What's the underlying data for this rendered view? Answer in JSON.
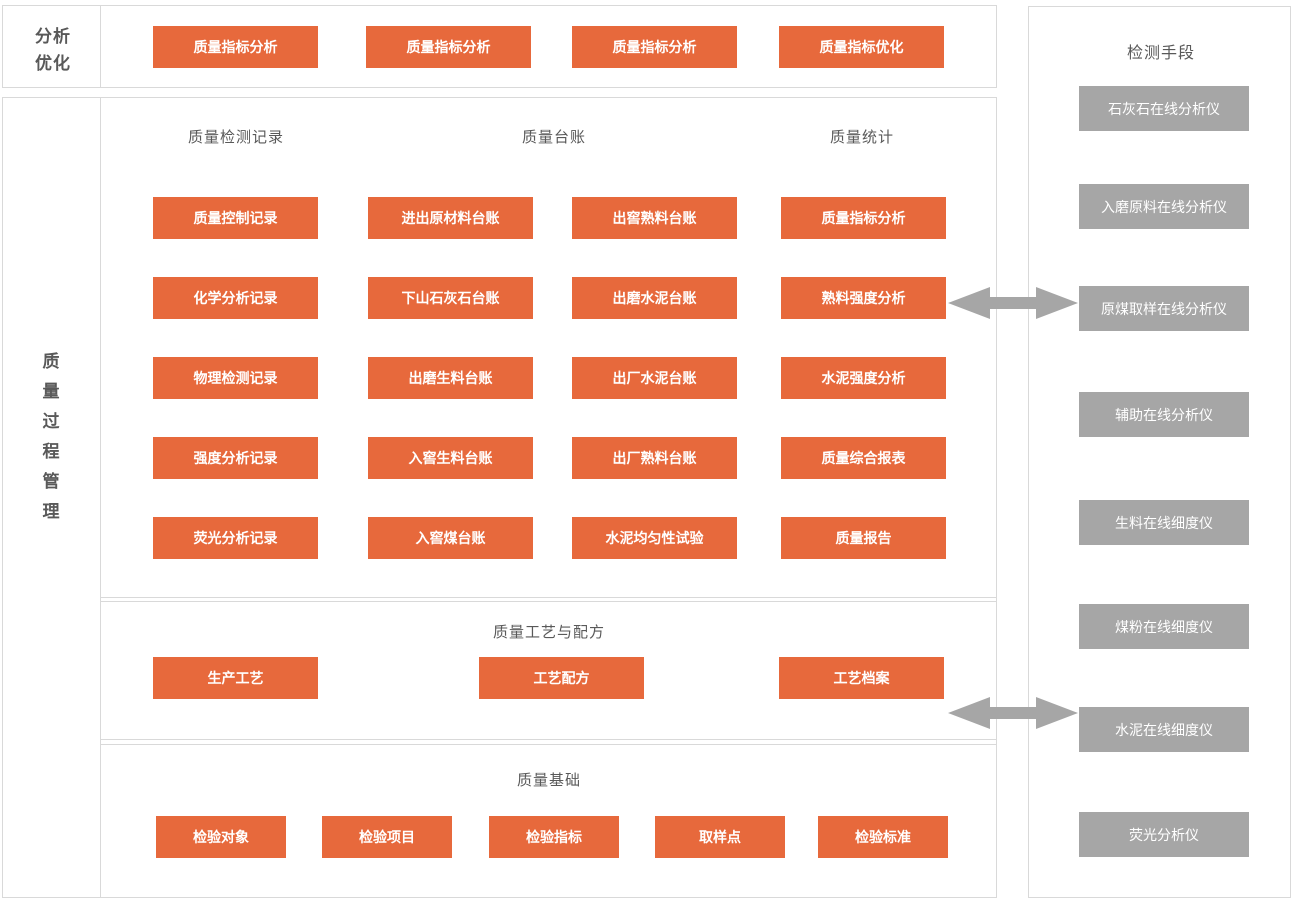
{
  "palette": {
    "accent_orange": "#e7693c",
    "device_gray": "#a6a6a6",
    "border_gray": "#d9d9d9",
    "label_gray": "#595959"
  },
  "analysis_band": {
    "label_line1": "分析",
    "label_line2": "优化",
    "buttons": [
      "质量指标分析",
      "质量指标分析",
      "质量指标分析",
      "质量指标优化"
    ]
  },
  "process_band": {
    "sidebar_chars": [
      "质",
      "量",
      "过",
      "程",
      "管",
      "理"
    ],
    "records_panel": {
      "col_headers": [
        "质量检测记录",
        "质量台账",
        "质量统计"
      ],
      "rows": [
        [
          "质量控制记录",
          "进出原材料台账",
          "出窖熟料台账",
          "质量指标分析"
        ],
        [
          "化学分析记录",
          "下山石灰石台账",
          "出磨水泥台账",
          "熟料强度分析"
        ],
        [
          "物理检测记录",
          "出磨生料台账",
          "出厂水泥台账",
          "水泥强度分析"
        ],
        [
          "强度分析记录",
          "入窖生料台账",
          "出厂熟料台账",
          "质量综合报表"
        ],
        [
          "荧光分析记录",
          "入窖煤台账",
          "水泥均匀性试验",
          "质量报告"
        ]
      ]
    },
    "craft_panel": {
      "title": "质量工艺与配方",
      "buttons": [
        "生产工艺",
        "工艺配方",
        "工艺档案"
      ]
    },
    "base_panel": {
      "title": "质量基础",
      "buttons": [
        "检验对象",
        "检验项目",
        "检验指标",
        "取样点",
        "检验标准"
      ]
    }
  },
  "detection_panel": {
    "title": "检测手段",
    "buttons": [
      "石灰石在线分析仪",
      "入磨原料在线分析仪",
      "原煤取样在线分析仪",
      "辅助在线分析仪",
      "生料在线细度仪",
      "煤粉在线细度仪",
      "水泥在线细度仪",
      "荧光分析仪"
    ]
  }
}
